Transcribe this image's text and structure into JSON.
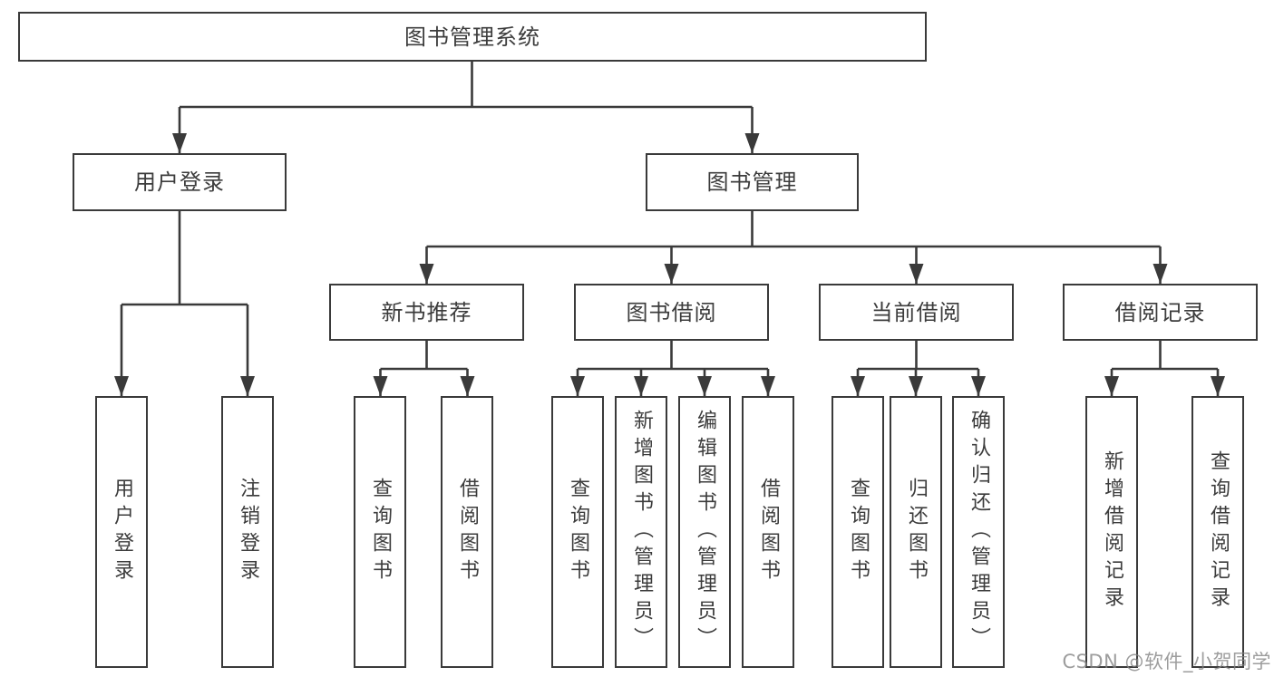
{
  "diagram": {
    "root": "图书管理系统",
    "level2": [
      {
        "label": "用户登录",
        "children": [
          {
            "label": "用户登录"
          },
          {
            "label": "注销登录"
          }
        ]
      },
      {
        "label": "图书管理",
        "children": [
          {
            "label": "新书推荐",
            "children": [
              {
                "label": "查询图书"
              },
              {
                "label": "借阅图书"
              }
            ]
          },
          {
            "label": "图书借阅",
            "children": [
              {
                "label": "查询图书"
              },
              {
                "label": "新增图书（管理员）"
              },
              {
                "label": "编辑图书（管理员）"
              },
              {
                "label": "借阅图书"
              }
            ]
          },
          {
            "label": "当前借阅",
            "children": [
              {
                "label": "查询图书"
              },
              {
                "label": "归还图书"
              },
              {
                "label": "确认归还（管理员）"
              }
            ]
          },
          {
            "label": "借阅记录",
            "children": [
              {
                "label": "新增借阅记录"
              },
              {
                "label": "查询借阅记录"
              }
            ]
          }
        ]
      }
    ]
  },
  "watermark": "CSDN @软件_小贺同学",
  "colors": {
    "line": "#3a3a3a",
    "text": "#3c3c3c",
    "background": "#ffffff",
    "watermark": "#848484"
  }
}
